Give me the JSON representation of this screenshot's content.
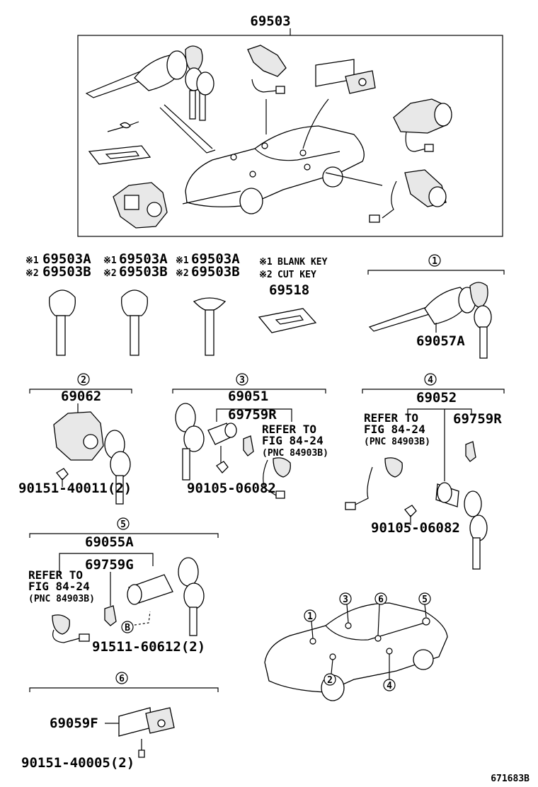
{
  "assembly": {
    "part_no": "69503"
  },
  "keys": [
    {
      "m1": "※1",
      "a": "69503A",
      "m2": "※2",
      "b": "69503B"
    },
    {
      "m1": "※1",
      "a": "69503A",
      "m2": "※2",
      "b": "69503B"
    },
    {
      "m1": "※1",
      "a": "69503A",
      "m2": "※2",
      "b": "69503B"
    }
  ],
  "legend": {
    "m1": "※1",
    "blank": "BLANK KEY",
    "m2": "※2",
    "cut": "CUT KEY"
  },
  "plate": {
    "part_no": "69518"
  },
  "group1": {
    "num": "1",
    "part_no": "69057A"
  },
  "group2": {
    "num": "2",
    "part_no": "69062",
    "screw": "90151-40011(2)"
  },
  "group3": {
    "num": "3",
    "part_no": "69051",
    "sub_part": "69759R",
    "refer1": "REFER TO",
    "refer2": "FIG 84-24",
    "refer3": "(PNC 84903B)",
    "screw": "90105-06082"
  },
  "group4": {
    "num": "4",
    "part_no": "69052",
    "sub_part": "69759R",
    "refer1": "REFER TO",
    "refer2": "FIG 84-24",
    "refer3": "(PNC 84903B)",
    "screw": "90105-06082"
  },
  "group5": {
    "num": "5",
    "part_no": "69055A",
    "sub_part": "69759G",
    "refer1": "REFER TO",
    "refer2": "FIG 84-24",
    "refer3": "(PNC 84903B)",
    "callout": "B",
    "screw": "91511-60612(2)"
  },
  "group6": {
    "num": "6",
    "part_no": "69059F",
    "screw": "90151-40005(2)"
  },
  "car_markers": [
    "1",
    "3",
    "6",
    "5",
    "2",
    "4"
  ],
  "diagram_id": "671683B"
}
